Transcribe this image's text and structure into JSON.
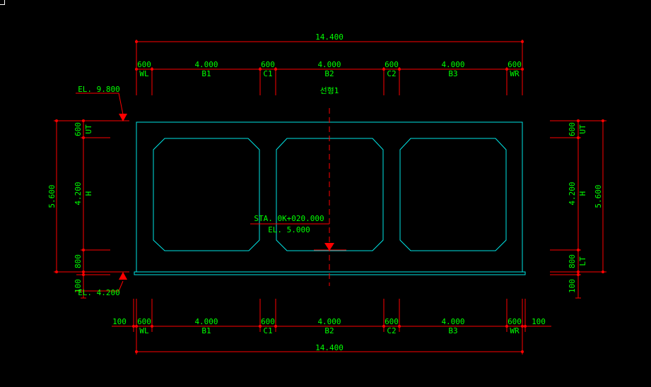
{
  "drawing": {
    "top_total": "14.400",
    "bottom_total": "14.400",
    "top_dims": [
      "600",
      "4.000",
      "600",
      "4.000",
      "600",
      "4.000",
      "600"
    ],
    "top_labels": [
      "WL",
      "B1",
      "C1",
      "B2",
      "C2",
      "B3",
      "WR"
    ],
    "bottom_dims": [
      "600",
      "4.000",
      "600",
      "4.000",
      "600",
      "4.000",
      "600"
    ],
    "bottom_labels": [
      "WL",
      "B1",
      "C1",
      "B2",
      "C2",
      "B3",
      "WR"
    ],
    "bottom_left_extra": "100",
    "bottom_right_extra": "100",
    "alignment_name": "선형1",
    "el_top": "EL. 9.800",
    "el_bottom": "EL. 4.200",
    "station": "STA. 0K+020.000",
    "el_center": "EL. 5.000",
    "left_total": "5.600",
    "left_dims": [
      "600",
      "4.200",
      "800",
      "100"
    ],
    "left_labels": [
      "UT",
      "H"
    ],
    "right_total": "5.600",
    "right_dims": [
      "600",
      "4.200",
      "800",
      "100"
    ],
    "right_labels": [
      "UT",
      "H",
      "LT"
    ]
  },
  "colors": {
    "background": "#000000",
    "dimension": "#ff0000",
    "text": "#00ff00",
    "structure": "#00e5e5"
  }
}
